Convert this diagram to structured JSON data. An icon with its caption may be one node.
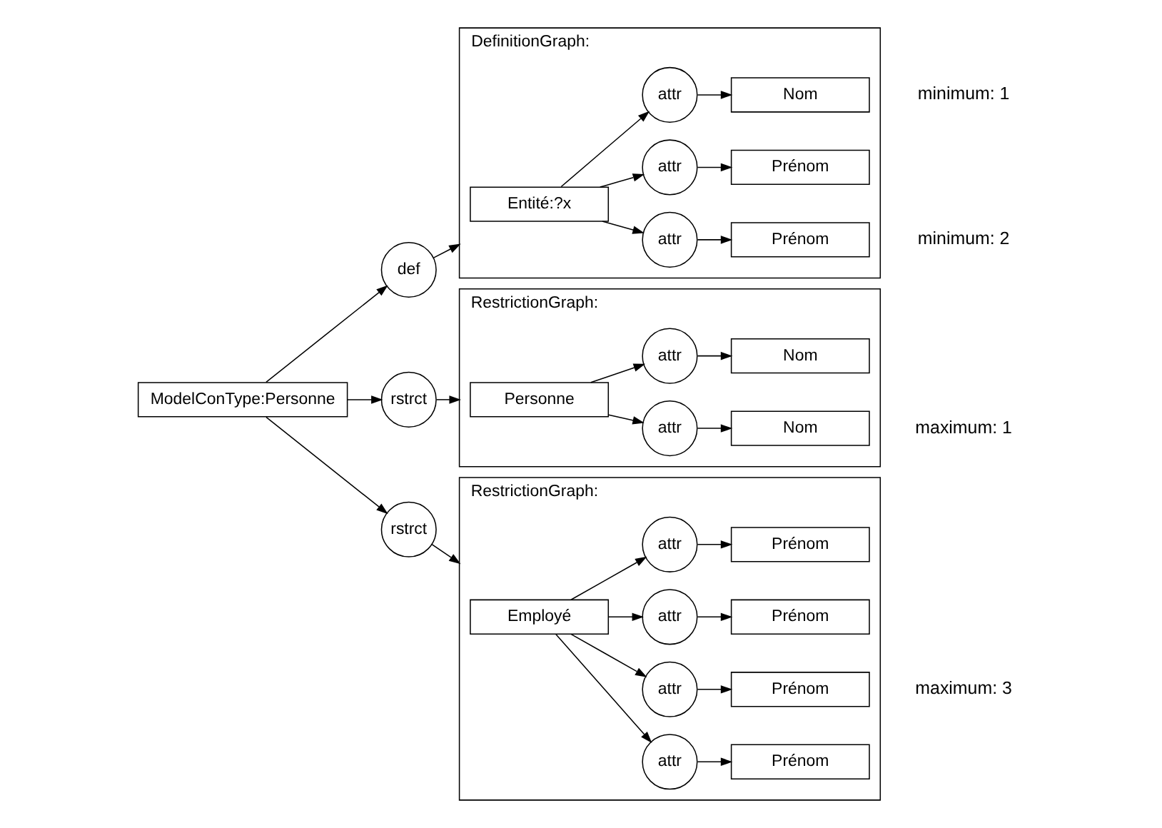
{
  "diagram": {
    "nodes": [
      {
        "text": [
          "ModelConType:Personne"
        ]
      },
      {
        "text": [
          "def"
        ]
      },
      {
        "text": [
          "DefinitionGraph:"
        ]
      },
      {
        "text": [
          "Entité:?x"
        ],
        "in": 2
      },
      {
        "text": [
          "attr"
        ],
        "in": 2
      },
      {
        "text": [
          "Nom"
        ],
        "in": 2
      },
      {
        "text": [
          "attr"
        ],
        "in": 2
      },
      {
        "text": [
          "Prénom"
        ],
        "in": 2
      },
      {
        "text": [
          "attr"
        ],
        "in": 2
      },
      {
        "text": [
          "Prénom"
        ],
        "in": 2
      },
      {
        "text": [
          "rstrct"
        ]
      },
      {
        "text": [
          "RestrictionGraph:"
        ]
      },
      {
        "text": [
          "Personne"
        ],
        "in": 11
      },
      {
        "text": [
          "attr"
        ],
        "in": 11
      },
      {
        "text": [
          "Nom"
        ],
        "in": 11
      },
      {
        "text": [
          "attr"
        ],
        "in": 11
      },
      {
        "text": [
          "Nom"
        ],
        "in": 11
      },
      {
        "text": [
          "rstrct"
        ]
      },
      {
        "text": [
          "RestrictionGraph:"
        ]
      },
      {
        "text": [
          "Employé"
        ],
        "in": 18
      },
      {
        "text": [
          "attr"
        ],
        "in": 18
      },
      {
        "text": [
          "Prénom"
        ],
        "in": 18
      },
      {
        "text": [
          "attr"
        ],
        "in": 18
      },
      {
        "text": [
          "Prénom"
        ],
        "in": 18
      },
      {
        "text": [
          "attr"
        ],
        "in": 18
      },
      {
        "text": [
          "Prénom"
        ],
        "in": 18
      },
      {
        "text": [
          "attr"
        ],
        "in": 18
      },
      {
        "text": [
          "Prénom"
        ],
        "in": 18
      }
    ],
    "edges": [
      {
        "from": 0,
        "to": 1,
        "arrow": "to"
      },
      {
        "from": 1,
        "to": 2,
        "arrow": "to"
      },
      {
        "from": 3,
        "to": 4,
        "arrow": "to"
      },
      {
        "from": 4,
        "to": 5,
        "arrow": "to"
      },
      {
        "from": 3,
        "to": 6,
        "arrow": "to"
      },
      {
        "from": 6,
        "to": 7,
        "arrow": "to"
      },
      {
        "from": 3,
        "to": 8,
        "arrow": "to"
      },
      {
        "from": 8,
        "to": 9,
        "arrow": "to"
      },
      {
        "from": 0,
        "to": 10,
        "arrow": "to"
      },
      {
        "from": 10,
        "to": 11,
        "arrow": "to"
      },
      {
        "from": 12,
        "to": 13,
        "arrow": "to"
      },
      {
        "from": 13,
        "to": 14,
        "arrow": "to"
      },
      {
        "from": 12,
        "to": 15,
        "arrow": "to"
      },
      {
        "from": 15,
        "to": 16,
        "arrow": "to"
      },
      {
        "from": 0,
        "to": 17,
        "arrow": "to"
      },
      {
        "from": 17,
        "to": 18,
        "arrow": "to"
      },
      {
        "from": 19,
        "to": 20,
        "arrow": "to"
      },
      {
        "from": 20,
        "to": 21,
        "arrow": "to"
      },
      {
        "from": 19,
        "to": 22,
        "arrow": "to"
      },
      {
        "from": 22,
        "to": 23,
        "arrow": "to"
      },
      {
        "from": 19,
        "to": 24,
        "arrow": "to"
      },
      {
        "from": 24,
        "to": 25,
        "arrow": "to"
      },
      {
        "from": 19,
        "to": 26,
        "arrow": "to"
      },
      {
        "from": 26,
        "to": 27,
        "arrow": "to"
      }
    ],
    "labels": [
      "minimum: 1",
      "minimum: 2",
      "maximum: 1",
      "maximum: 3"
    ]
  }
}
